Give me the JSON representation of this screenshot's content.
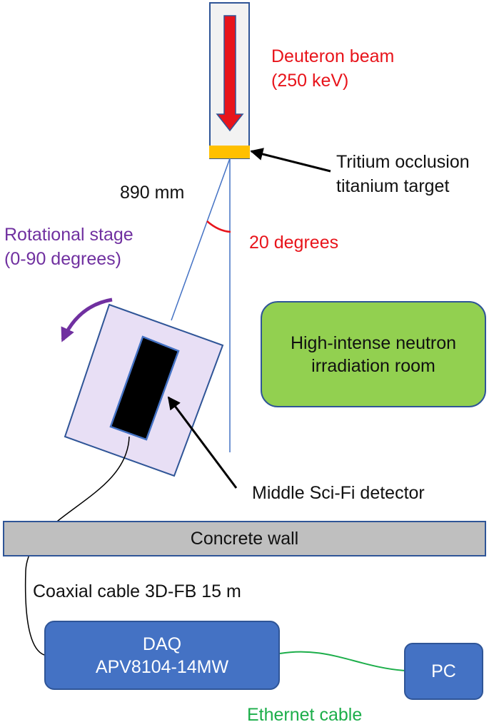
{
  "labels": {
    "beam_line1": "Deuteron beam",
    "beam_line2": "(250 keV)",
    "target_line1": "Tritium occlusion",
    "target_line2": "titanium target",
    "distance": "890 mm",
    "angle": "20 degrees",
    "stage_line1": "Rotational stage",
    "stage_line2": "(0-90 degrees)",
    "room_line1": "High-intense neutron",
    "room_line2": "irradiation room",
    "detector": "Middle Sci-Fi detector",
    "wall": "Concrete wall",
    "coax": "Coaxial cable 3D-FB 15 m",
    "daq_line1": "DAQ",
    "daq_line2": "APV8104-14MW",
    "pc": "PC",
    "ethernet": "Ethernet cable"
  },
  "colors": {
    "beam_arrow": "#e8141b",
    "target": "#ffc000",
    "angle_text": "#e8141b",
    "stage_text": "#7030a0",
    "stage_fill": "#e8dff5",
    "room_fill": "#92d050",
    "wall_fill": "#bfbfbf",
    "daq_fill": "#4472c4",
    "ethernet": "#1cae4a",
    "outline": "#2f5597"
  }
}
